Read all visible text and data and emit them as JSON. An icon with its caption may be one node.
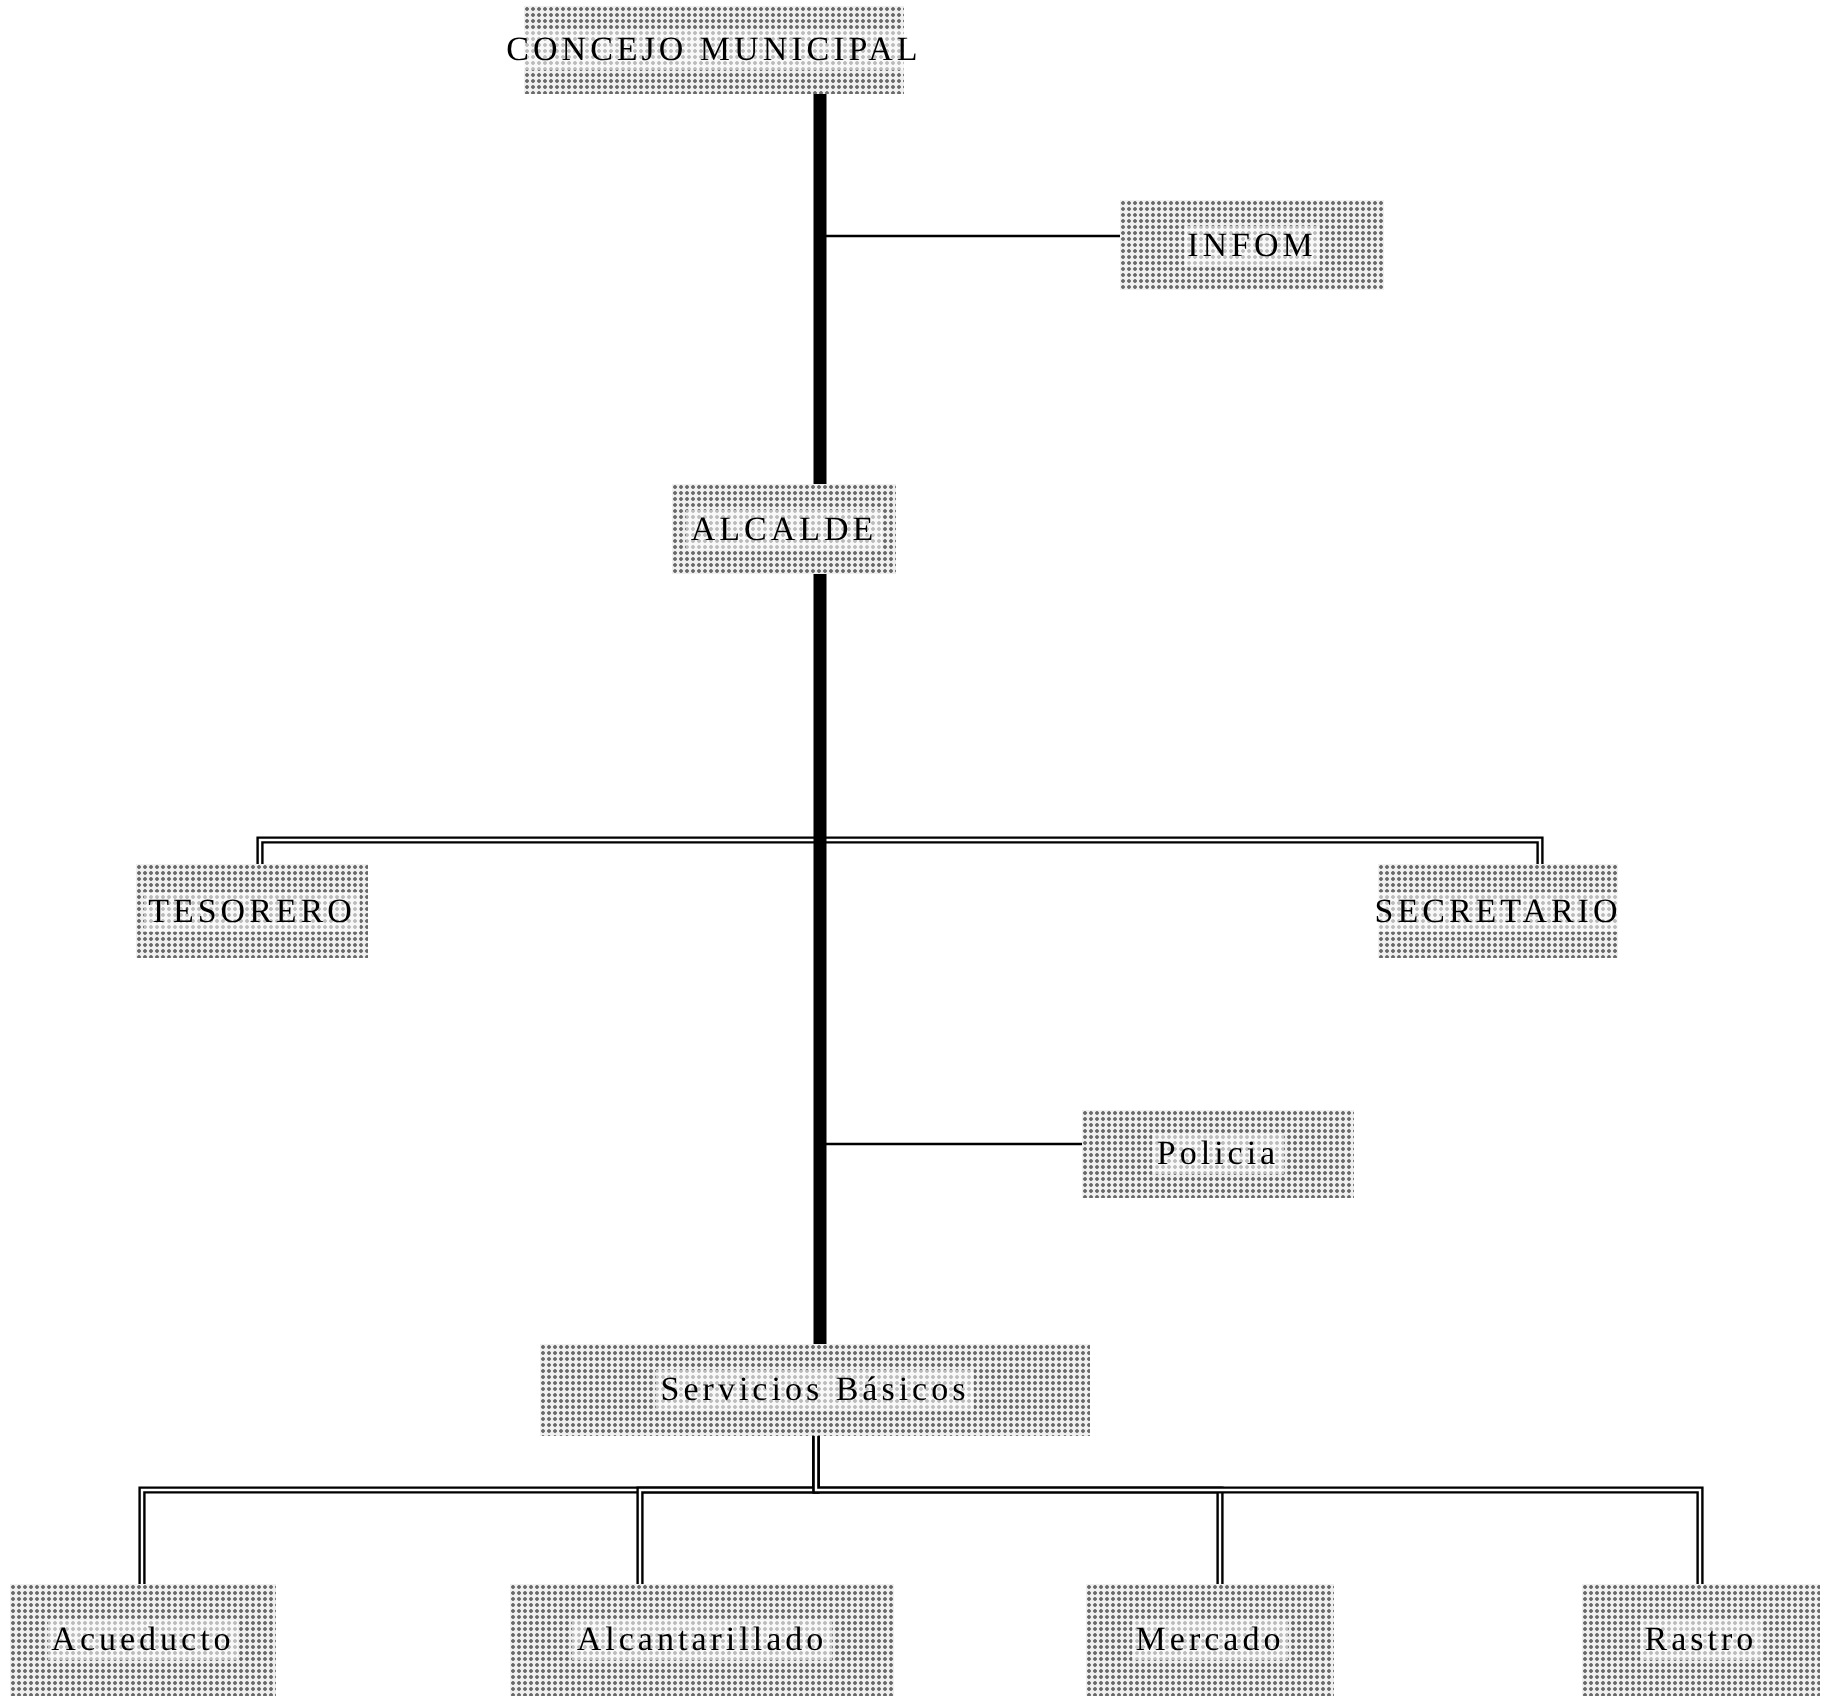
{
  "diagram": {
    "nodes": [
      {
        "text": [
          "CONCEJO MUNICIPAL"
        ]
      },
      {
        "text": [
          "INFOM"
        ]
      },
      {
        "text": [
          "ALCALDE"
        ]
      },
      {
        "text": [
          "TESORERO"
        ]
      },
      {
        "text": [
          "SECRETARIO"
        ]
      },
      {
        "text": [
          "Policia"
        ]
      },
      {
        "text": [
          "Servicios Básicos"
        ]
      },
      {
        "text": [
          "Acueducto"
        ]
      },
      {
        "text": [
          "Alcantarillado"
        ]
      },
      {
        "text": [
          "Mercado"
        ]
      },
      {
        "text": [
          "Rastro"
        ]
      }
    ],
    "edges": [
      {
        "from": 0,
        "to": 2,
        "arrow": "none",
        "style": "thick"
      },
      {
        "from": 0,
        "to": 1,
        "arrow": "none"
      },
      {
        "from": 2,
        "to": 3,
        "arrow": "none"
      },
      {
        "from": 2,
        "to": 4,
        "arrow": "none"
      },
      {
        "from": 2,
        "to": 5,
        "arrow": "none"
      },
      {
        "from": 2,
        "to": 6,
        "arrow": "none",
        "style": "thick"
      },
      {
        "from": 6,
        "to": 7,
        "arrow": "none"
      },
      {
        "from": 6,
        "to": 8,
        "arrow": "none"
      },
      {
        "from": 6,
        "to": 9,
        "arrow": "none"
      },
      {
        "from": 6,
        "to": 10,
        "arrow": "none"
      }
    ]
  }
}
